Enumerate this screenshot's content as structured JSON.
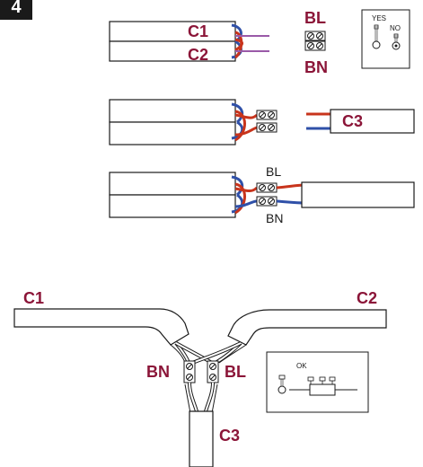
{
  "step": {
    "number": "4"
  },
  "labels": {
    "c1": "C1",
    "c2": "C2",
    "c3": "C3",
    "bl": "BL",
    "bn": "BN"
  },
  "panel1": {
    "yes_label": "YES",
    "no_label": "NO"
  },
  "panel2": {
    "ok_label": "OK"
  },
  "colors": {
    "accent": "#8b1538",
    "red_wire": "#c8341c",
    "blue_wire": "#2f50a8",
    "purple_wire": "#9a5aa8",
    "line": "#1a1a1a"
  }
}
